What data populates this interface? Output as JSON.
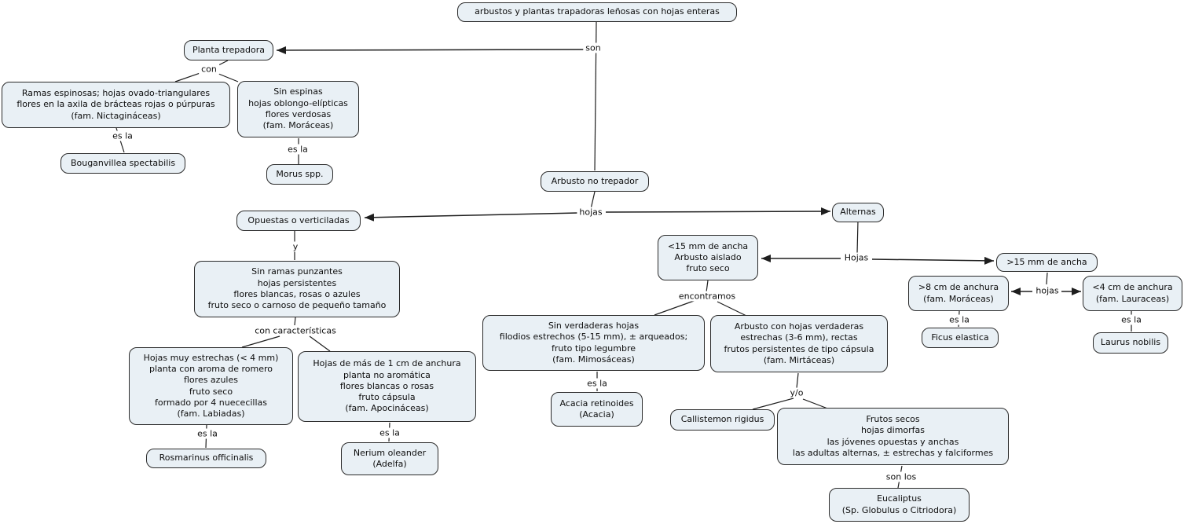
{
  "style": {
    "canvas_bg": "#ffffff",
    "node_fill": "#e9f0f5",
    "node_border": "#2a2a2a",
    "line_color": "#1e1e1e",
    "text_color": "#0e0e0e"
  },
  "nodes": {
    "root": {
      "text": "arbustos y plantas trapadoras leñosas con hojas enteras"
    },
    "planta_trepadora": {
      "text": "Planta trepadora"
    },
    "ramas_espinosas": {
      "text": "Ramas espinosas; hojas ovado-triangulares\nflores en la axila de brácteas rojas o púrpuras\n(fam. Nictagináceas)"
    },
    "sin_espinas": {
      "text": "Sin espinas\nhojas oblongo-elípticas\nflores verdosas\n(fam. Moráceas)"
    },
    "bouganvillea": {
      "text": "Bouganvillea spectabilis"
    },
    "morus": {
      "text": "Morus spp."
    },
    "arbusto_no_trepador": {
      "text": "Arbusto no trepador"
    },
    "opuestas_verticiladas": {
      "text": "Opuestas o verticiladas"
    },
    "alternas": {
      "text": "Alternas"
    },
    "sin_ramas_punzantes": {
      "text": "Sin ramas punzantes\nhojas persistentes\nflores blancas, rosas o azules\nfruto seco o carnoso de pequeño tamaño"
    },
    "menor_15mm": {
      "text": "<15 mm de ancha\nArbusto aislado\nfruto seco"
    },
    "mayor_15mm": {
      "text": ">15 mm de ancha"
    },
    "hojas_muy_estrechas": {
      "text": "Hojas muy estrechas (< 4 mm)\nplanta con aroma de romero\nflores azules\nfruto seco\nformado por 4 nuececillas\n(fam. Labiadas)"
    },
    "hojas_mas_1cm": {
      "text": "Hojas de más de 1 cm de anchura\nplanta no aromática\nflores blancas o rosas\nfruto cápsula\n(fam. Apocináceas)"
    },
    "rosmarinus": {
      "text": "Rosmarinus officinalis"
    },
    "nerium": {
      "text": "Nerium oleander\n(Adelfa)"
    },
    "sin_verdaderas_hojas": {
      "text": "Sin verdaderas hojas\nfilodios estrechos (5-15 mm), ± arqueados;\nfruto tipo legumbre\n(fam. Mimosáceas)"
    },
    "acacia": {
      "text": "Acacia retinoides\n(Acacia)"
    },
    "arbusto_hojas_verdaderas": {
      "text": "Arbusto con hojas verdaderas\nestrechas (3-6 mm), rectas\nfrutos persistentes de tipo cápsula\n(fam. Mirtáceas)"
    },
    "callistemon": {
      "text": "Callistemon rigidus"
    },
    "frutos_secos": {
      "text": "Frutos secos\nhojas dimorfas\nlas jóvenes opuestas y anchas\nlas adultas alternas, ± estrechas y falciformes"
    },
    "eucaliptus": {
      "text": "Eucaliptus\n(Sp. Globulus o Citriodora)"
    },
    "mayor_8cm": {
      "text": ">8 cm de anchura\n(fam. Moráceas)"
    },
    "menor_4cm": {
      "text": "<4 cm de anchura\n(fam. Lauraceas)"
    },
    "ficus": {
      "text": "Ficus elastica"
    },
    "laurus": {
      "text": "Laurus nobilis"
    }
  },
  "link_labels": {
    "son": "son",
    "con": "con",
    "es_la": "es la",
    "hojas": "hojas",
    "hojas_cap": "Hojas",
    "y": "y",
    "con_caracteristicas": "con características",
    "encontramos": "encontramos",
    "y_o": "y/o",
    "son_los": "son los"
  }
}
